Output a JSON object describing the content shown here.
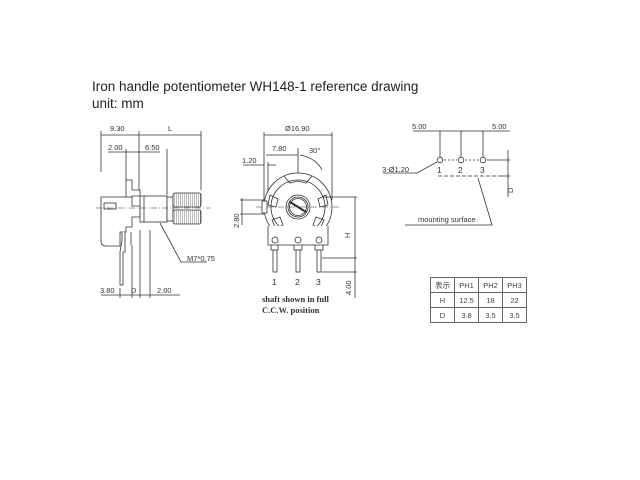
{
  "header": {
    "title": "Iron handle potentiometer WH148-1 reference drawing",
    "unit": "unit: mm"
  },
  "side_view": {
    "dims": {
      "body_depth": "9.30",
      "shaft_length": "L",
      "bushing_offset": "2.00",
      "bushing_length": "6.50",
      "thread": "M7*0.75",
      "pin_offset": "3.80",
      "pin_depth": "D",
      "bottom_gap": "2.00"
    }
  },
  "front_view": {
    "dims": {
      "diameter": "Ø16.90",
      "half_width": "7.80",
      "angle": "30°",
      "tab_width": "1.20",
      "tab_height": "2.80",
      "height": "H",
      "pin_length": "4.00"
    },
    "pins": [
      "1",
      "2",
      "3"
    ],
    "note_line1": "shaft shown in full",
    "note_line2": "C.C.W. position"
  },
  "pin_layout": {
    "pitch_left": "5.00",
    "pitch_right": "5.00",
    "hole_spec": "3-Ø1.20",
    "pins": [
      "1",
      "2",
      "3"
    ],
    "depth": "D",
    "mounting_label": "mounting surface"
  },
  "spec_table": {
    "header": [
      "表示",
      "PH1",
      "PH2",
      "PH3"
    ],
    "rows": [
      [
        "H",
        "12.5",
        "18",
        "22"
      ],
      [
        "D",
        "3.8",
        "3.5",
        "3.5"
      ]
    ]
  }
}
